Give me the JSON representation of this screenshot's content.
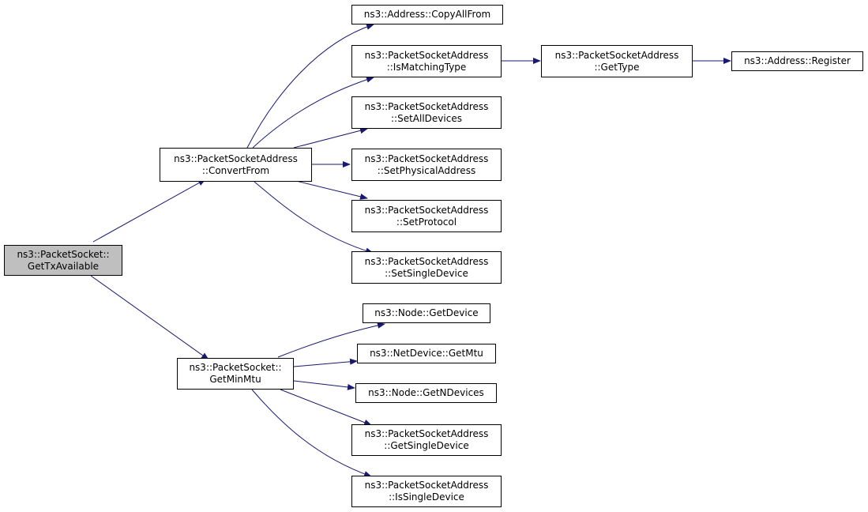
{
  "colors": {
    "edge": "#191970",
    "node_border": "#000000",
    "root_fill": "#bfbfbf",
    "node_fill": "#ffffff"
  },
  "nodes": {
    "root": [
      "ns3::PacketSocket::",
      "GetTxAvailable"
    ],
    "convert_from": [
      "ns3::PacketSocketAddress",
      "::ConvertFrom"
    ],
    "get_min_mtu": [
      "ns3::PacketSocket::",
      "GetMinMtu"
    ],
    "copy_all_from": [
      "ns3::Address::CopyAllFrom"
    ],
    "is_matching_type": [
      "ns3::PacketSocketAddress",
      "::IsMatchingType"
    ],
    "get_type": [
      "ns3::PacketSocketAddress",
      "::GetType"
    ],
    "register": [
      "ns3::Address::Register"
    ],
    "set_all_devices": [
      "ns3::PacketSocketAddress",
      "::SetAllDevices"
    ],
    "set_physical_address": [
      "ns3::PacketSocketAddress",
      "::SetPhysicalAddress"
    ],
    "set_protocol": [
      "ns3::PacketSocketAddress",
      "::SetProtocol"
    ],
    "set_single_device": [
      "ns3::PacketSocketAddress",
      "::SetSingleDevice"
    ],
    "node_get_device": [
      "ns3::Node::GetDevice"
    ],
    "netdevice_get_mtu": [
      "ns3::NetDevice::GetMtu"
    ],
    "node_get_n_devices": [
      "ns3::Node::GetNDevices"
    ],
    "get_single_device": [
      "ns3::PacketSocketAddress",
      "::GetSingleDevice"
    ],
    "is_single_device": [
      "ns3::PacketSocketAddress",
      "::IsSingleDevice"
    ]
  }
}
